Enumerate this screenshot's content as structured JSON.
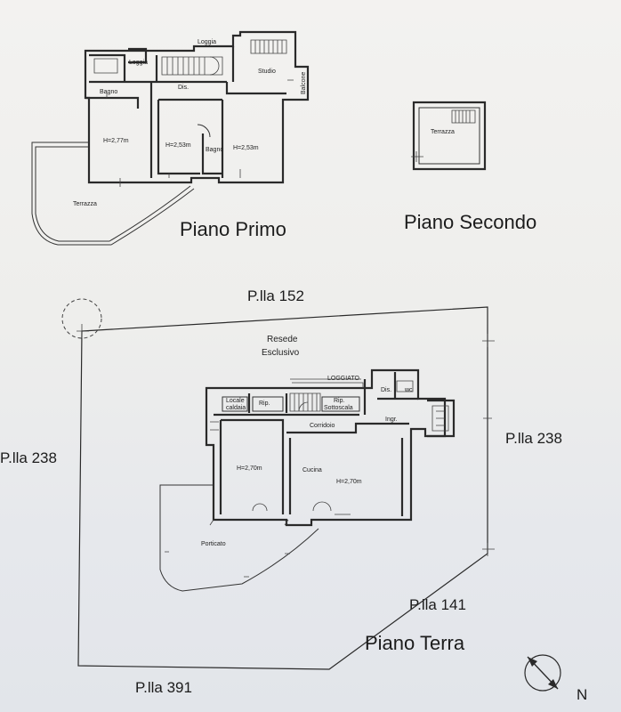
{
  "floors": {
    "first": {
      "title": "Piano Primo",
      "rooms": {
        "loggia_top": "Loggia",
        "loggia_left": "Loggia",
        "bagno_left": "Bagno",
        "dis": "Dis.",
        "studio": "Studio",
        "balcone": "Balcone",
        "height_left": "H=2,77m",
        "height_mid": "H=2,53m",
        "bagno_mid": "Bagno",
        "height_right": "H=2,53m",
        "terrazza": "Terrazza"
      }
    },
    "second": {
      "title": "Piano Secondo",
      "rooms": {
        "terrazza": "Terrazza"
      }
    },
    "ground": {
      "title": "Piano Terra",
      "resede": "Resede",
      "esclusivo": "Esclusivo",
      "rooms": {
        "loggiato": "LOGGIATO",
        "dis": "Dis.",
        "wc": "wc",
        "locale_1": "Locale",
        "locale_2": "caldaia",
        "rip_1": "Rip.",
        "rip_2_1": "Rip.",
        "rip_2_2": "Sottoscala",
        "corridoio": "Corridoio",
        "ingr": "Ingr.",
        "height_left": "H=2,70m",
        "cucina": "Cucina",
        "height_right": "H=2,70m",
        "porticato": "Porticato"
      }
    }
  },
  "parcels": {
    "top": "P.lla 152",
    "left": "P.lla 238",
    "right": "P.lla 238",
    "bottom_right": "P.lla 141",
    "bottom_left": "P.lla 391"
  },
  "compass": {
    "label": "N"
  }
}
